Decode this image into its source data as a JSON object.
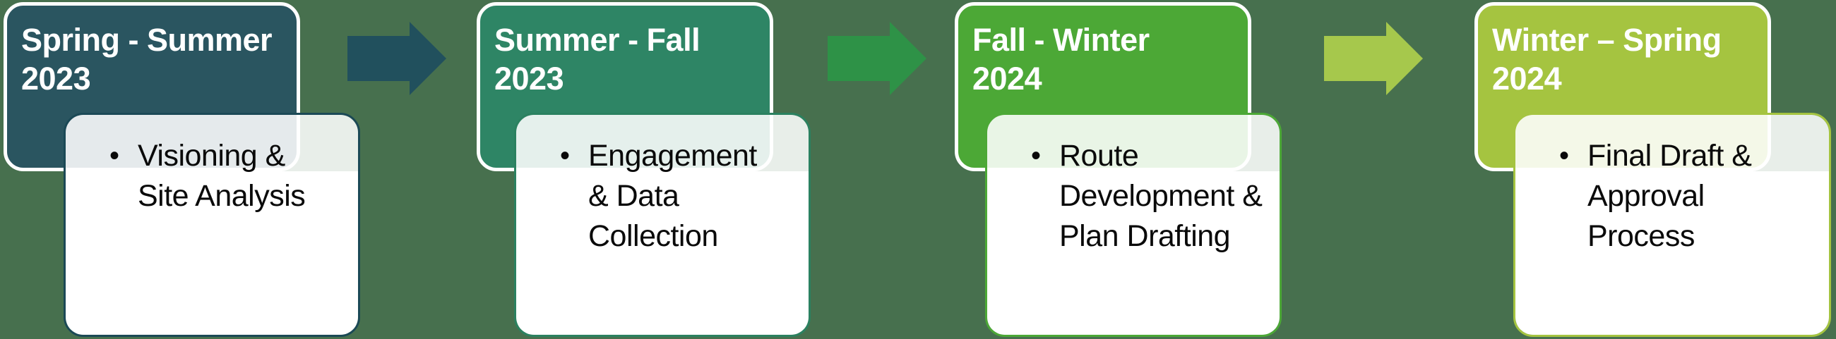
{
  "diagram": {
    "type": "process-timeline",
    "background_color": "#47704E",
    "bullet_char": "•",
    "stages": [
      {
        "title": "Spring - Summer\n2023",
        "bullet": "Visioning &\nSite Analysis",
        "box_color": "#2A5560",
        "card_border_color": "#1B4956",
        "arrow_color": "#21505D"
      },
      {
        "title": "Summer - Fall\n2023",
        "bullet": "Engagement\n& Data\nCollection",
        "box_color": "#2E8565",
        "card_border_color": "#2B8160",
        "arrow_color": "#2E9247"
      },
      {
        "title": "Fall - Winter\n2024",
        "bullet": "Route\nDevelopment &\nPlan Drafting",
        "box_color": "#4CA836",
        "card_border_color": "#4CA836",
        "arrow_color": "#A6C84C"
      },
      {
        "title": "Winter – Spring\n2024",
        "bullet": "Final Draft &\nApproval\nProcess",
        "box_color": "#A5C440",
        "card_border_color": "#A5C440"
      }
    ]
  }
}
